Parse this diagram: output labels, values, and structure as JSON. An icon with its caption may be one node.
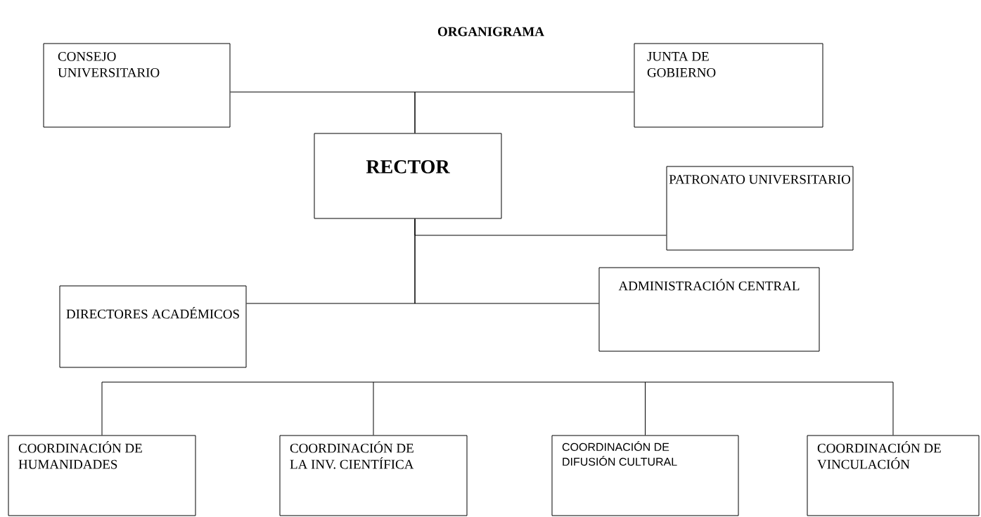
{
  "diagram": {
    "title": "ORGANIGRAMA",
    "nodes": [
      {
        "text": [
          "CONSEJO UNIVERSITARIO"
        ]
      },
      {
        "text": [
          "JUNTA DE GOBIERNO"
        ]
      },
      {
        "text": [
          "RECTOR"
        ]
      },
      {
        "text": [
          "PATRONATO UNIVERSITARIO"
        ]
      },
      {
        "text": [
          "DIRECTORES ACADÉMICOS"
        ]
      },
      {
        "text": [
          "ADMINISTRACIÓN CENTRAL"
        ]
      },
      {
        "text": [
          "COORDINACIÓN DE HUMANIDADES"
        ]
      },
      {
        "text": [
          "COORDINACIÓN DE LA INV. CIENTÍFICA"
        ]
      },
      {
        "text": [
          "COORDINACIÓN DE DIFUSIÓN CULTURAL"
        ]
      },
      {
        "text": [
          "COORDINACIÓN DE VINCULACIÓN"
        ]
      }
    ],
    "edges": [
      {
        "from": 2,
        "to": 0,
        "arrow": "none"
      },
      {
        "from": 2,
        "to": 1,
        "arrow": "none"
      },
      {
        "from": 2,
        "to": 3,
        "arrow": "none"
      },
      {
        "from": 2,
        "to": 4,
        "arrow": "none"
      },
      {
        "from": 2,
        "to": 5,
        "arrow": "none"
      },
      {
        "from": null,
        "to": 6,
        "arrow": "none"
      },
      {
        "from": null,
        "to": 7,
        "arrow": "none"
      },
      {
        "from": null,
        "to": 8,
        "arrow": "none"
      },
      {
        "from": null,
        "to": 9,
        "arrow": "none"
      }
    ]
  }
}
